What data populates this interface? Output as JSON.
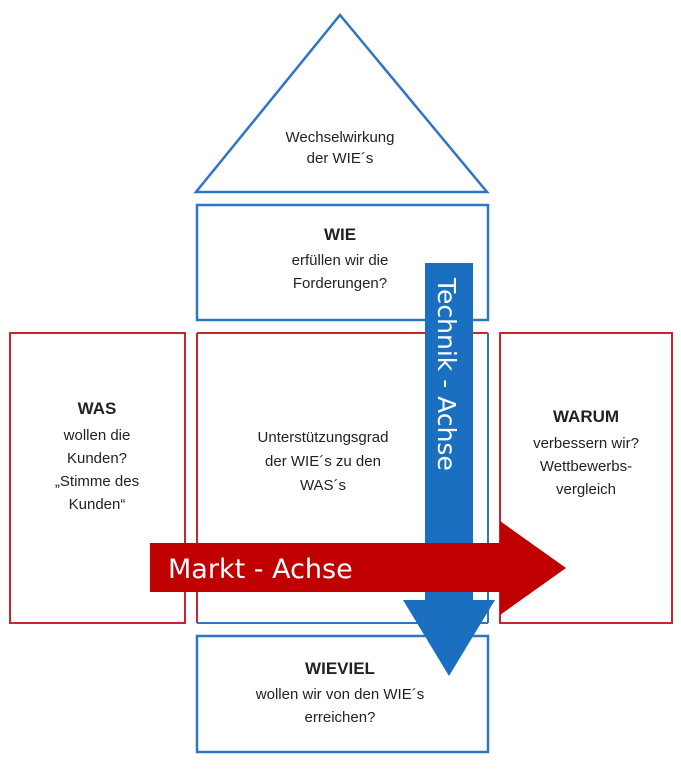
{
  "colors": {
    "blue": "#1a6fc0",
    "red": "#c00000",
    "box_blue": "#2e75c6",
    "box_red": "#c8282c"
  },
  "roof": {
    "lines": [
      "Wechselwirkung",
      "der WIE´s"
    ]
  },
  "wie": {
    "title": "WIE",
    "lines": [
      "erfüllen wir die",
      "Forderungen?"
    ]
  },
  "was": {
    "title": "WAS",
    "lines": [
      "wollen die",
      "Kunden?",
      "„Stimme des",
      "Kunden“"
    ]
  },
  "center": {
    "lines": [
      "Unterstützungsgrad",
      "der WIE´s zu den",
      "WAS´s"
    ]
  },
  "warum": {
    "title": "WARUM",
    "lines": [
      "verbessern wir?",
      "Wettbewerbs-",
      "vergleich"
    ]
  },
  "wieviel": {
    "title": "WIEVIEL",
    "lines": [
      "wollen wir von den WIE´s",
      "erreichen?"
    ]
  },
  "axes": {
    "technik": "Technik - Achse",
    "markt": "Markt - Achse"
  }
}
